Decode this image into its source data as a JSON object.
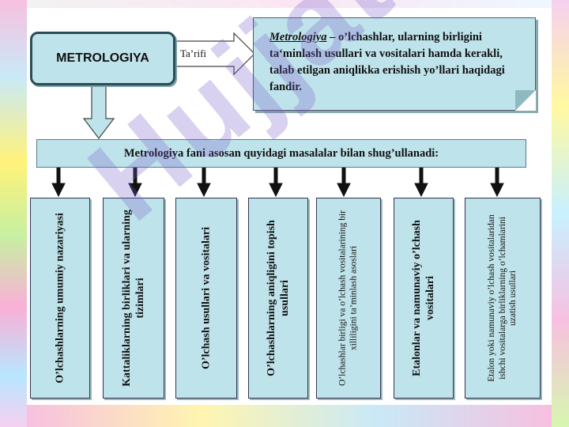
{
  "diagram": {
    "title_box": "METROLOGIYA",
    "definition_label": "Ta’rifi",
    "definition": {
      "term": "Metrologiya",
      "text": " – o’lchashlar, ularning birligini ta‘minlash usullari va vositalari hamda kerakli, talab etilgan aniqlikka erishish yo’llari haqidagi fandir."
    },
    "banner": "Metrologiya fani asosan quyidagi masalalar bilan shug’ullanadi:",
    "topics": [
      {
        "text": "O’lchashlarning umumiy nazariyasi"
      },
      {
        "text": "Kattaliklarning birliklari va ularning tizimlari"
      },
      {
        "text": "O’lchash usullari va vositalari"
      },
      {
        "text": "O’lchashlarning aniqligini topish usullari"
      },
      {
        "text": "O’lchashlar birligi va o’lchash vositalarining bir xilliligini ta’minlash asoslari"
      },
      {
        "text": "Etalonlar va namunaviy o’lchash vositalari"
      },
      {
        "text": "Etalon yoki namunaviy o’lchash vositalaridan ishchi vositalarga birliklarning o’lchamlarini uzatish usullari"
      }
    ]
  },
  "watermark": "Hujjat.uz",
  "colors": {
    "box_fill": "#bfe3ea",
    "box_border": "#2b4c57",
    "arrow": "#111111",
    "watermark": "#785ac8"
  }
}
